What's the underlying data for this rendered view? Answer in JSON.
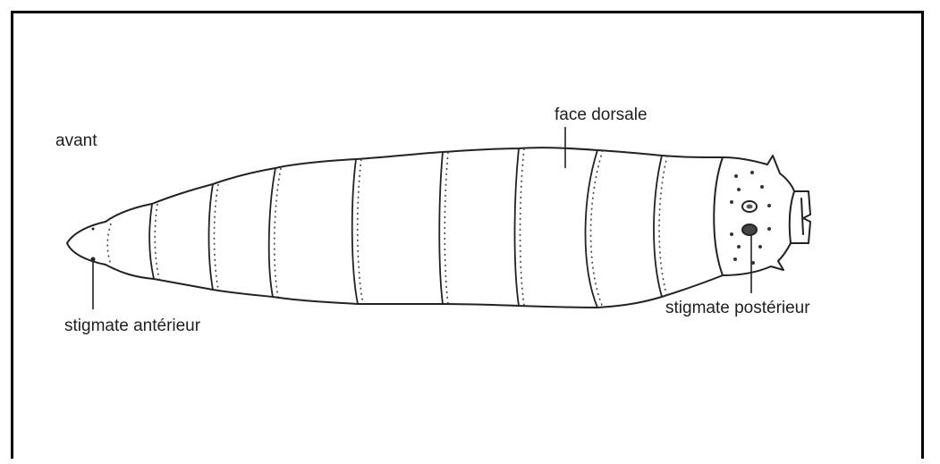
{
  "labels": {
    "front": "avant",
    "dorsal_face": "face dorsale",
    "anterior_spiracle": "stigmate antérieur",
    "posterior_spiracle": "stigmate postérieur"
  },
  "colors": {
    "border": "#000000",
    "line": "#222222",
    "text": "#1e1e1e",
    "background": "#ffffff"
  }
}
